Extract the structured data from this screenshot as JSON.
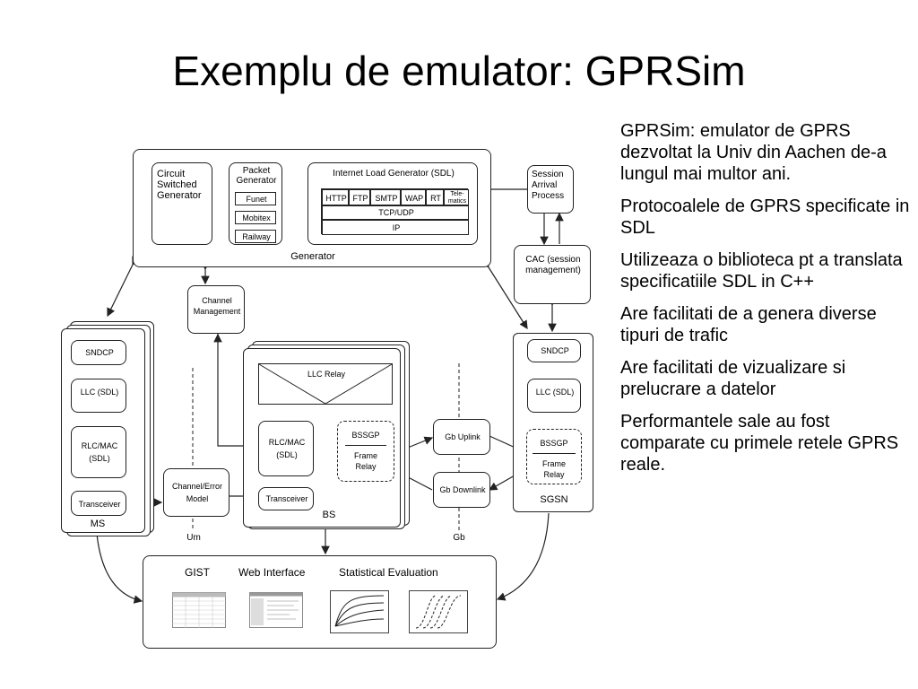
{
  "slide": {
    "title": "Exemplu de emulator: GPRSim",
    "bullets": [
      "GPRSim: emulator de GPRS dezvoltat la Univ din Aachen de-a lungul mai multor ani.",
      "Protocoalele de GPRS specificate in SDL",
      "Utilizeaza o biblioteca pt a translata specificatiile SDL in C++",
      "Are facilitati de a genera diverse tipuri de trafic",
      "Are facilitati de vizualizare si prelucrare a datelor",
      "Performantele sale au fost comparate cu primele retele GPRS reale."
    ]
  },
  "diagram": {
    "generator": {
      "label": "Generator",
      "circuit": "Circuit Switched Generator",
      "packet": "Packet Generator",
      "packet_items": [
        "Funet",
        "Mobitex",
        "Railway"
      ],
      "internet_title": "Internet Load Generator (SDL)",
      "protocols": [
        "HTTP",
        "FTP",
        "SMTP",
        "WAP",
        "RT",
        "Tele-matics"
      ],
      "tcpudp": "TCP/UDP",
      "ip": "IP"
    },
    "session_arrival": "Session Arrival Process",
    "cac": "CAC (session management)",
    "channel_mgmt": "Channel Management",
    "ms": {
      "label": "MS",
      "sndcp": "SNDCP",
      "llc": "LLC (SDL)",
      "rlcmac": "RLC/MAC (SDL)",
      "transceiver": "Transceiver"
    },
    "channel_error": "Channel/Error Model",
    "bs": {
      "label": "BS",
      "llc_relay": "LLC Relay",
      "rlcmac": "RLC/MAC (SDL)",
      "bssgp": "BSSGP",
      "frame_relay": "Frame Relay",
      "transceiver": "Transceiver"
    },
    "gb_uplink": "Gb Uplink",
    "gb_downlink": "Gb Downlink",
    "sgsn": {
      "label": "SGSN",
      "sndcp": "SNDCP",
      "llc": "LLC (SDL)",
      "bssgp": "BSSGP",
      "frame_relay": "Frame Relay"
    },
    "um": "Um",
    "gb": "Gb",
    "bottom": {
      "gist": "GIST",
      "web": "Web Interface",
      "stats": "Statistical Evaluation"
    }
  }
}
